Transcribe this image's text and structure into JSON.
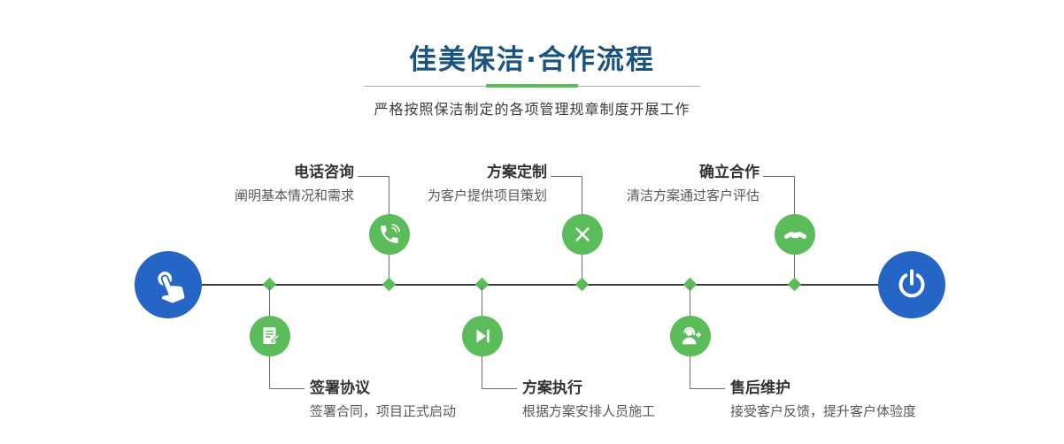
{
  "header": {
    "title": "佳美保洁·合作流程",
    "subtitle": "严格按照保洁制定的各项管理规章制度开展工作"
  },
  "flow": {
    "start_icon": "pointing-hand-icon",
    "end_icon": "power-icon",
    "steps": [
      {
        "title": "电话咨询",
        "desc": "阐明基本情况和需求",
        "icon": "phone-icon",
        "position": "top"
      },
      {
        "title": "方案定制",
        "desc": "为客户提供项目策划",
        "icon": "design-tools-icon",
        "position": "top"
      },
      {
        "title": "确立合作",
        "desc": "清洁方案通过客户评估",
        "icon": "handshake-icon",
        "position": "top"
      },
      {
        "title": "签署协议",
        "desc": "签署合同，项目正式启动",
        "icon": "contract-icon",
        "position": "bottom"
      },
      {
        "title": "方案执行",
        "desc": "根据方案安排人员施工",
        "icon": "play-icon",
        "position": "bottom"
      },
      {
        "title": "售后维护",
        "desc": "接受客户反馈，提升客户体验度",
        "icon": "headset-icon",
        "position": "bottom"
      }
    ]
  },
  "colors": {
    "title_blue": "#19537f",
    "node_green": "#5abd5a",
    "endpoint_blue": "#2465c5",
    "accent_green": "#5abd5a"
  }
}
